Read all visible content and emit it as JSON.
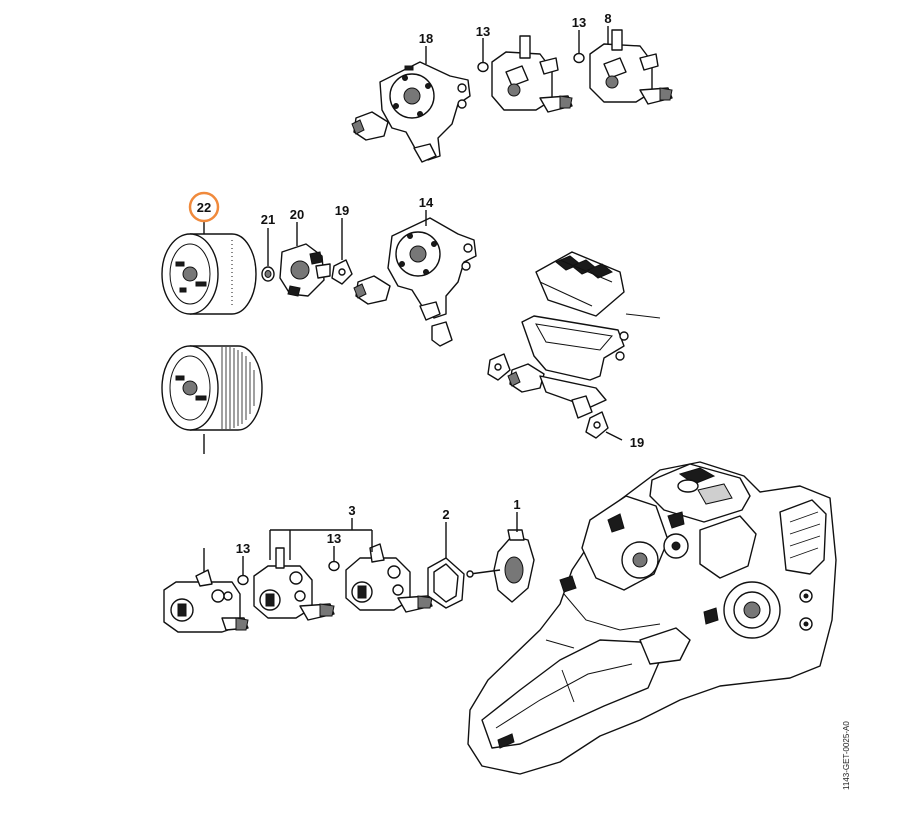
{
  "highlight_color": "#f08a3c",
  "callouts": {
    "c18": "18",
    "c13a": "13",
    "c13b": "13",
    "c8": "8",
    "c22": "22",
    "c21": "21",
    "c20": "20",
    "c19a": "19",
    "c14": "14",
    "c19b": "19",
    "c13c": "13",
    "c3": "3",
    "c13d": "13",
    "c2": "2",
    "c1": "1"
  },
  "drawing_code": "1143-GET-0025-A0"
}
